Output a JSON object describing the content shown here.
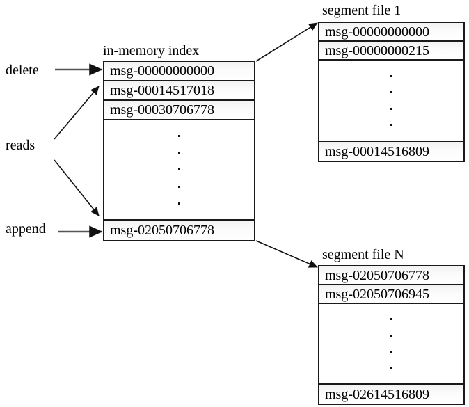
{
  "diagram": {
    "title_index": "in-memory index",
    "title_segment_1": "segment file 1",
    "title_segment_n": "segment file N",
    "operations": {
      "delete": "delete",
      "reads": "reads",
      "append": "append"
    },
    "index_box": {
      "top_rows": [
        "msg-00000000000",
        "msg-00014517018",
        "msg-00030706778"
      ],
      "ellipsis_dots": 5,
      "bottom_row": "msg-02050706778"
    },
    "segment_file_1": {
      "top_rows": [
        "msg-00000000000",
        "msg-00000000215"
      ],
      "ellipsis_dots": 4,
      "bottom_row": "msg-00014516809"
    },
    "segment_file_n": {
      "top_rows": [
        "msg-02050706778",
        "msg-02050706945"
      ],
      "ellipsis_dots": 4,
      "bottom_row": "msg-02614516809"
    },
    "colors": {
      "stroke": "#1a1a1a",
      "background": "#ffffff",
      "row_fill": "#f2f2f2",
      "text": "#000000"
    }
  }
}
